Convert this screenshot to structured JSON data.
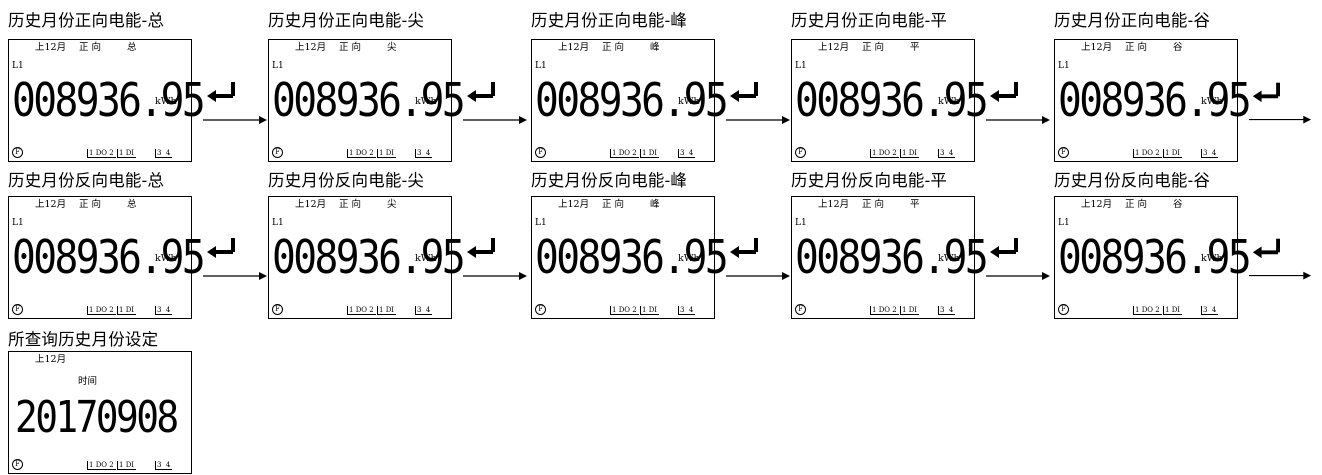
{
  "meter_header": {
    "month": "上12月",
    "direction": "正 向",
    "unit": "kWh",
    "line": "L1",
    "reading": "008936.95",
    "indicator_do": "DO",
    "indicator_di": "DI"
  },
  "row1": [
    {
      "title": "历史月份正向电能-总",
      "tariff": "总"
    },
    {
      "title": "历史月份正向电能-尖",
      "tariff": "尖"
    },
    {
      "title": "历史月份正向电能-峰",
      "tariff": "峰"
    },
    {
      "title": "历史月份正向电能-平",
      "tariff": "平"
    },
    {
      "title": "历史月份正向电能-谷",
      "tariff": "谷"
    }
  ],
  "row2": [
    {
      "title": "历史月份反向电能-总",
      "tariff": "总"
    },
    {
      "title": "历史月份反向电能-尖",
      "tariff": "尖"
    },
    {
      "title": "历史月份反向电能-峰",
      "tariff": "峰"
    },
    {
      "title": "历史月份反向电能-平",
      "tariff": "平"
    },
    {
      "title": "历史月份反向电能-谷",
      "tariff": "谷"
    }
  ],
  "setting": {
    "title": "所查询历史月份设定",
    "month": "上12月",
    "time_label": "时间",
    "value": "20170908"
  }
}
